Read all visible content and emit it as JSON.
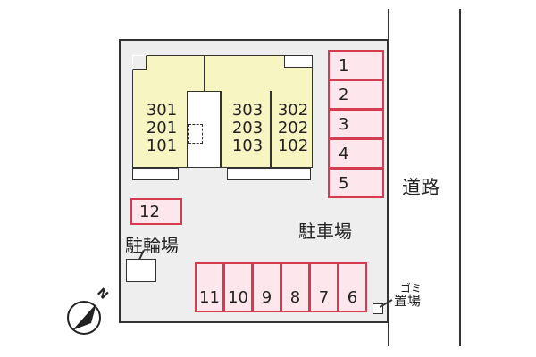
{
  "rooms": {
    "left_column": [
      "301",
      "201",
      "101"
    ],
    "middle_column": [
      "303",
      "203",
      "103"
    ],
    "right_column": [
      "302",
      "202",
      "102"
    ]
  },
  "parking": {
    "right_spaces": [
      "1",
      "2",
      "3",
      "4",
      "5"
    ],
    "bottom_spaces": [
      "11",
      "10",
      "9",
      "8",
      "7",
      "6"
    ],
    "space_12": "12"
  },
  "labels": {
    "road": "道路",
    "parking_lot": "駐車場",
    "bicycle_parking": "駐輪場",
    "garbage_line1": "ゴミ",
    "garbage_line2": "置場",
    "north": "N"
  },
  "colors": {
    "building_fill": "#f7f5c2",
    "parking_fill": "#fde6ec",
    "parking_border": "#d63a4f",
    "lot_fill": "#eeeeee"
  }
}
